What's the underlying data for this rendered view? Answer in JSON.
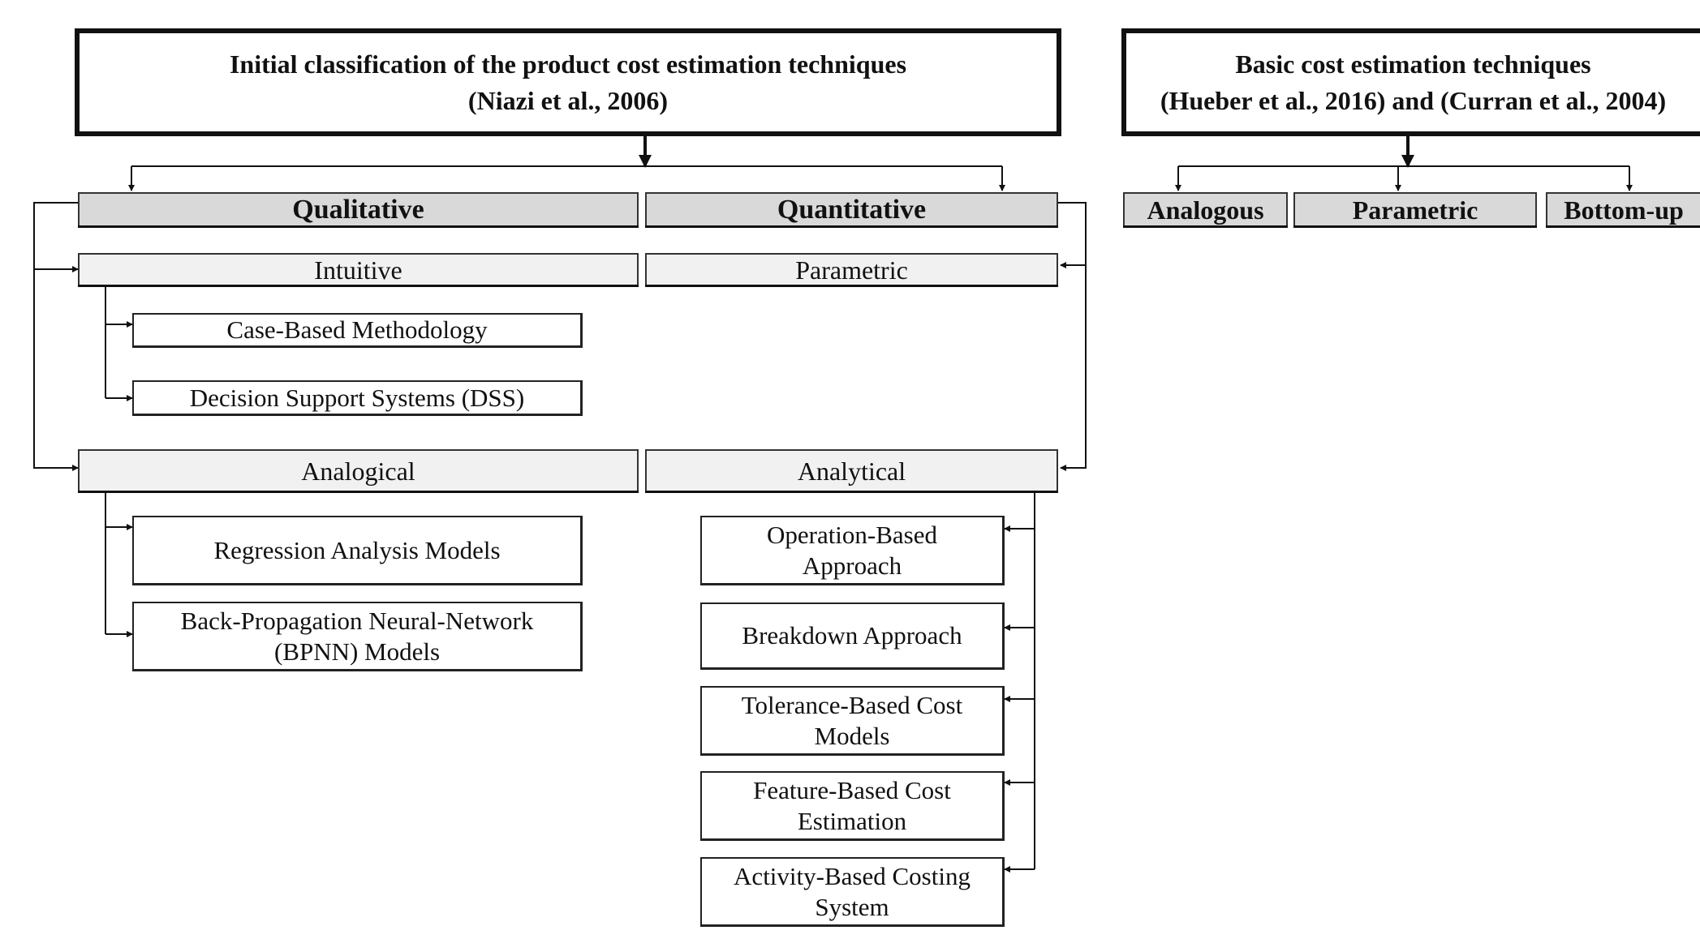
{
  "left_panel": {
    "title_line1": "Initial classification of the product cost estimation techniques",
    "title_line2": "(Niazi et al., 2006)",
    "qualitative": "Qualitative",
    "quantitative": "Quantitative",
    "intuitive": "Intuitive",
    "parametric": "Parametric",
    "analogical": "Analogical",
    "analytical": "Analytical",
    "intuitive_children": [
      "Case-Based Methodology",
      "Decision Support Systems (DSS)"
    ],
    "analogical_children": [
      {
        "line1": "Regression Analysis Models",
        "line2": ""
      },
      {
        "line1": "Back-Propagation Neural-Network",
        "line2": "(BPNN) Models"
      }
    ],
    "analytical_children": [
      {
        "line1": "Operation-Based",
        "line2": "Approach"
      },
      {
        "line1": "Breakdown Approach",
        "line2": ""
      },
      {
        "line1": "Tolerance-Based Cost",
        "line2": "Models"
      },
      {
        "line1": "Feature-Based Cost",
        "line2": "Estimation"
      },
      {
        "line1": "Activity-Based Costing",
        "line2": "System"
      }
    ]
  },
  "right_panel": {
    "title_line1": "Basic cost estimation techniques",
    "title_line2": "(Hueber et al., 2016) and (Curran et al., 2004)",
    "items": [
      "Analogous",
      "Parametric",
      "Bottom-up"
    ]
  },
  "colors": {
    "line": "#111111",
    "header_fill": "#d9d9d9",
    "subheader_fill": "#f1f1f1"
  }
}
